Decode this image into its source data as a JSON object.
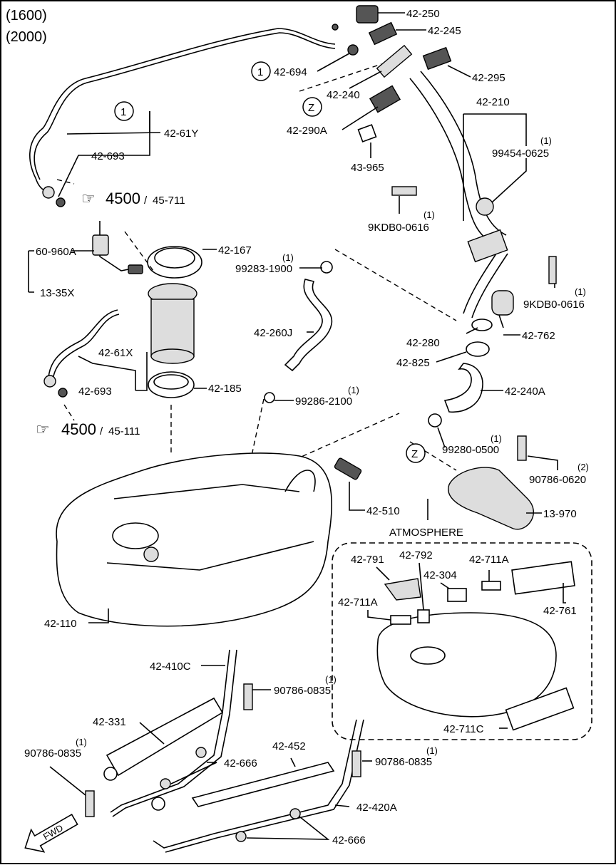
{
  "variants": [
    "(1600)",
    "(2000)"
  ],
  "circle_markers": [
    "1",
    "Z"
  ],
  "ref_marks": [
    {
      "code": "4500",
      "sub": "45-711"
    },
    {
      "code": "4500",
      "sub": "45-111"
    }
  ],
  "atmosphere_label": "ATMOSPHERE",
  "fwd_label": "FWD",
  "parts": {
    "p42_250": "42-250",
    "p42_245": "42-245",
    "p42_694": "42-694",
    "p42_295": "42-295",
    "p42_240": "42-240",
    "p42_210": "42-210",
    "p42_290A": "42-290A",
    "p99454_qty": "(1)",
    "p99454": "99454-0625",
    "p43_965": "43-965",
    "p42_61Y": "42-61Y",
    "p42_693_top": "42-693",
    "p9KDB0_a_qty": "(1)",
    "p9KDB0_a": "9KDB0-0616",
    "p60_960A": "60-960A",
    "p42_167": "42-167",
    "p99283_qty": "(1)",
    "p99283": "99283-1900",
    "p13_35X": "13-35X",
    "p9KDB0_b_qty": "(1)",
    "p9KDB0_b": "9KDB0-0616",
    "p42_260J": "42-260J",
    "p42_280": "42-280",
    "p42_762": "42-762",
    "p42_61X": "42-61X",
    "p42_825": "42-825",
    "p42_693_mid": "42-693",
    "p42_185": "42-185",
    "p99286_qty": "(1)",
    "p99286": "99286-2100",
    "p42_240A": "42-240A",
    "p99280_qty": "(1)",
    "p99280": "99280-0500",
    "p90786_0620_qty": "(2)",
    "p90786_0620": "90786-0620",
    "p42_510": "42-510",
    "p13_970": "13-970",
    "p42_791": "42-791",
    "p42_792": "42-792",
    "p42_711A_r": "42-711A",
    "p42_304": "42-304",
    "p42_711A_l": "42-711A",
    "p42_761": "42-761",
    "p42_110": "42-110",
    "p42_410C": "42-410C",
    "p90786_0835_a_qty": "(1)",
    "p90786_0835_a": "90786-0835",
    "p42_331": "42-331",
    "p42_711C": "42-711C",
    "p42_452": "42-452",
    "p90786_0835_b_qty": "(1)",
    "p90786_0835_b": "90786-0835",
    "p90786_0835_c_qty": "(1)",
    "p90786_0835_c": "90786-0835",
    "p42_666_a": "42-666",
    "p42_420A": "42-420A",
    "p42_666_b": "42-666"
  }
}
